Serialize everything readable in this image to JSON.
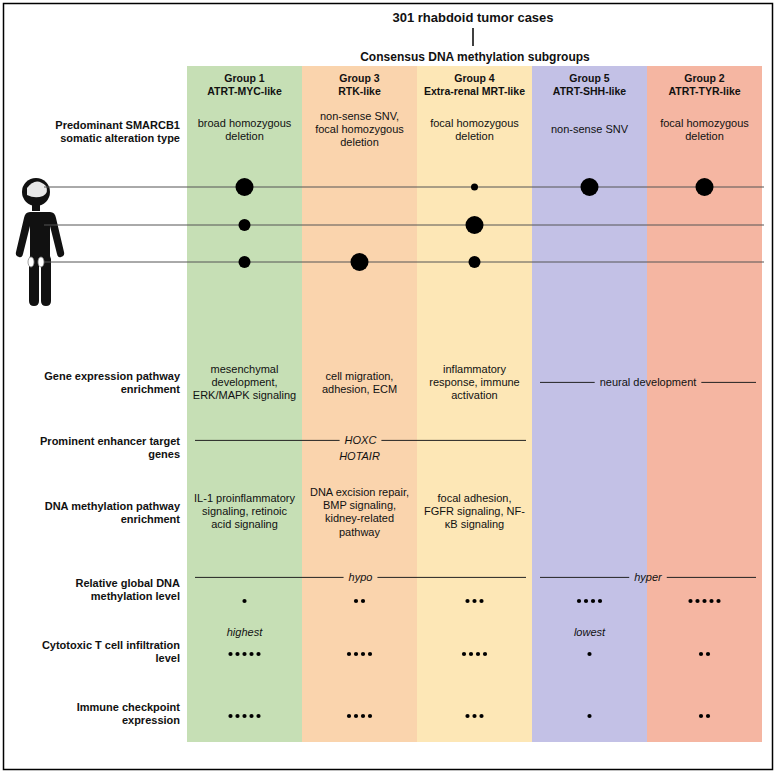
{
  "diagram": {
    "title": "301 rhabdoid tumor cases",
    "nodes": [
      {
        "text": [
          "Group 1",
          "ATRT-MYC-like"
        ]
      },
      {
        "text": [
          "Group 3",
          "RTK-like"
        ]
      },
      {
        "text": [
          "Group 4",
          "Extra-renal MRT-like"
        ]
      },
      {
        "text": [
          "Group 5",
          "ATRT-SHH-like"
        ]
      },
      {
        "text": [
          "Group 2",
          "ATRT-TYR-like"
        ]
      }
    ],
    "labels": [
      "Consensus DNA methylation subgroups",
      "Predominant SMARCB1 somatic alteration type",
      "broad homozygous deletion",
      "non-sense SNV, focal homozygous deletion",
      "focal homozygous deletion",
      "non-sense SNV",
      "focal homozygous deletion",
      "Gene expression pathway enrichment",
      "mesenchymal development, ERK/MAPK signaling",
      "cell migration, adhesion, ECM",
      "inflammatory response, immune activation",
      "neural development",
      "Prominent enhancer target genes",
      "HOXC",
      "HOTAIR",
      "DNA methylation pathway enrichment",
      "IL-1 proinflammatory signaling, retinoic acid signaling",
      "DNA excision repair, BMP signaling, kidney-related pathway",
      "focal adhesion, FGFR signaling, NF-κB signaling",
      "Relative global DNA methylation level",
      "hypo",
      "hyper",
      "Cytotoxic T cell infiltration level",
      "highest",
      "lowest",
      "Immune checkpoint expression"
    ]
  }
}
